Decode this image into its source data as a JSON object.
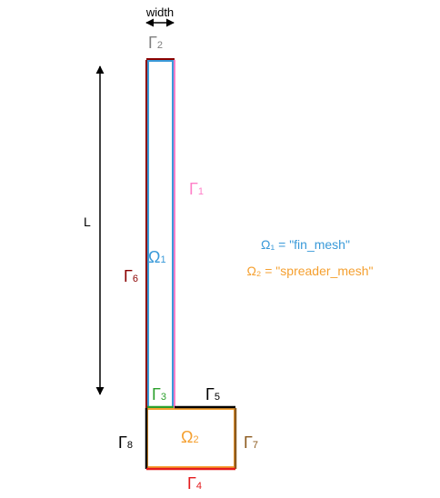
{
  "labels": {
    "width": "width",
    "length": "L",
    "omega1": "Ω",
    "omega1_sub": "1",
    "omega2": "Ω",
    "omega2_sub": "2",
    "legend_line1": "Ω₁ = \"fin_mesh\"",
    "legend_line2": "Ω₂ = \"spreader_mesh\"",
    "gamma": "Γ",
    "g1_sub": "1",
    "g2_sub": "2",
    "g3_sub": "3",
    "g4_sub": "4",
    "g5_sub": "5",
    "g6_sub": "6",
    "g7_sub": "7",
    "g8_sub": "8"
  },
  "colors": {
    "gamma1": "#ff7fc8",
    "gamma2": "#7f7f7f",
    "gamma3": "#2ca02c",
    "gamma4": "#e41a1c",
    "gamma5": "#000000",
    "gamma6": "#8b0000",
    "gamma7": "#8c5a1e",
    "gamma8": "#000000",
    "omega1": "#3a9ad9",
    "omega2": "#f5a030",
    "arrows": "#000000"
  }
}
